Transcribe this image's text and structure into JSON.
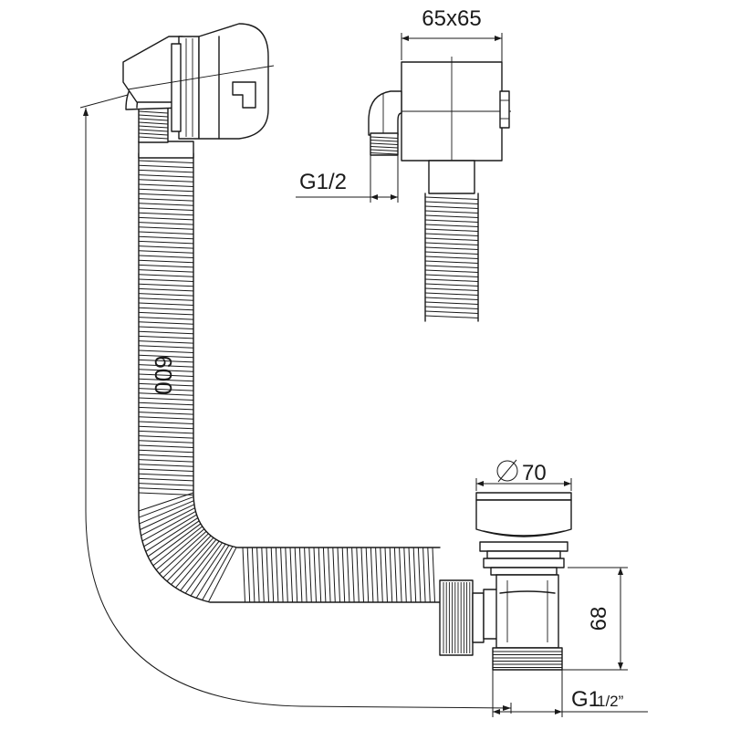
{
  "labels": {
    "housing_size": "65x65",
    "thread_overflow": "G1/2",
    "hose_length": "600",
    "diameter_symbol": "⌀",
    "diameter_value": "70",
    "height": "68",
    "thread_main": "G1",
    "thread_main_fraction": "1/2”"
  },
  "colors": {
    "line": "#1a1a1a",
    "background": "#ffffff"
  }
}
